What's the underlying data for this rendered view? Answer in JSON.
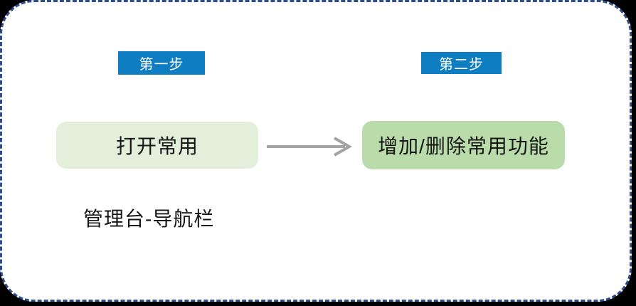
{
  "diagram": {
    "steps": [
      {
        "label": "第一步",
        "box_text": "打开常用"
      },
      {
        "label": "第二步",
        "box_text": "增加/删除常用功能"
      }
    ],
    "caption": "管理台-导航栏"
  },
  "colors": {
    "page_background": "#000000",
    "card_background": "#ffffff",
    "card_border": "#2e4d8e",
    "step_label_background": "#0f7dc2",
    "step_label_text": "#ffffff",
    "box1_background": "#e3efda",
    "box2_background": "#badcab",
    "box_text": "#161616",
    "arrow": "#a3a3a3"
  }
}
